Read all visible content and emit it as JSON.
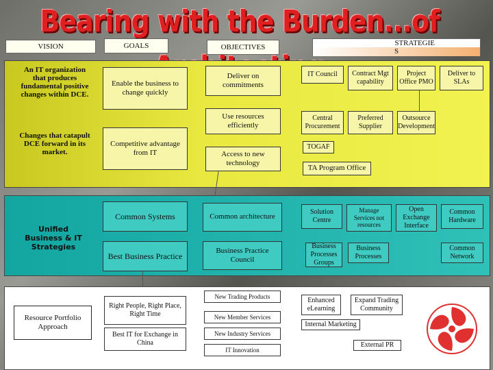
{
  "title": "Bearing with the Burden...of Architecting",
  "headers": {
    "vision": "VISION",
    "goals": "GOALS",
    "objectives": "OBJECTIVES",
    "strategies_top": "STRATEGIE",
    "strategies_bottom": "S"
  },
  "yellow": {
    "vision1": "An IT organization that produces fundamental positive changes within DCE.",
    "vision2": "Changes that catapult DCE forward in its market.",
    "goal1": "Enable the business to change quickly",
    "goal2": "Competitive advantage from IT",
    "obj1": "Deliver on commitments",
    "obj2": "Use resources efficiently",
    "obj3": "Access to new technology",
    "s_it_council": "IT Council",
    "s_contract": "Contract Mgt capability",
    "s_pmo": "Project Office PMO",
    "s_slas": "Deliver to SLAs",
    "s_central": "Central Procurement",
    "s_preferred": "Preferred Supplier",
    "s_outsource": "Outsource Development",
    "s_togaf": "TOGAF",
    "s_ta": "TA Program Office"
  },
  "teal": {
    "vision": "Unified Business & IT Strategies",
    "goal1": "Common Systems",
    "goal2": "Best Business Practice",
    "obj1": "Common architecture",
    "obj2": "Business Practice Council",
    "s_solution": "Solution Centre",
    "s_manage": "Manage Services not resources",
    "s_open": "Open Exchange Interface",
    "s_hardware": "Common Hardware",
    "s_bpg": "Business Processes Groups",
    "s_bp": "Business Processes",
    "s_network": "Common Network"
  },
  "white": {
    "vision": "Resource Portfolio Approach",
    "goal1": "Right People, Right Place, Right Time",
    "goal2": "Best IT for Exchange in China",
    "obj1": "New Trading Products",
    "obj2": "New Member Services",
    "obj3": "New Industry Services",
    "obj4": "IT Innovation",
    "s_elearning": "Enhanced eLearning",
    "s_community": "Expand Trading Community",
    "s_marketing": "Internal Marketing",
    "s_pr": "External PR"
  },
  "colors": {
    "title": "#e02020",
    "yellow_band": "#e8e840",
    "teal_band": "#2fc0b8",
    "logo": "#e03030"
  }
}
